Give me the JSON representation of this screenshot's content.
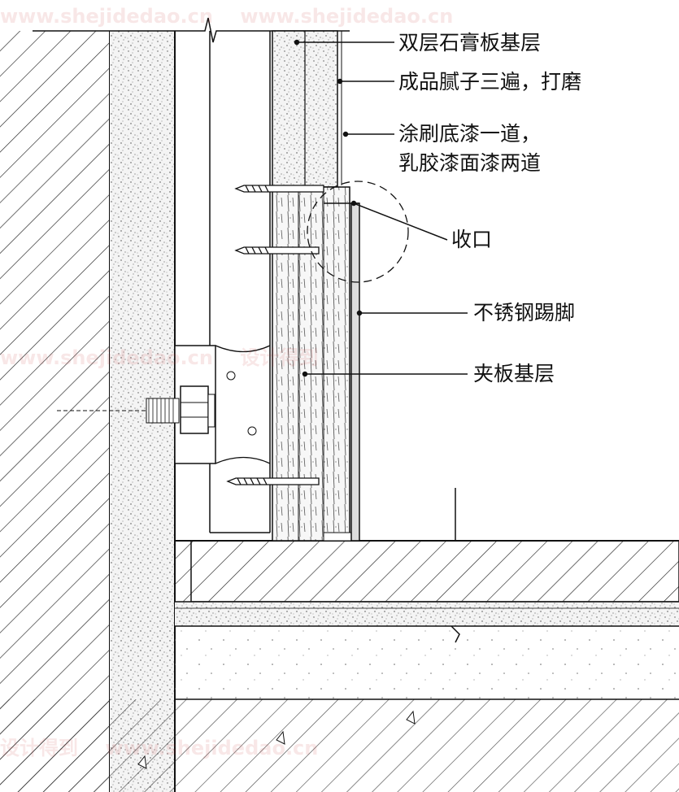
{
  "labels": {
    "gypsum": "双层石膏板基层",
    "putty": "成品腻子三遍，打磨",
    "paint_line1": "涂刷底漆一道，",
    "paint_line2": "乳胶漆面漆两道",
    "closure": "收口",
    "skirting": "不锈钢踢脚",
    "plywood": "夹板基层"
  },
  "watermark": {
    "url": "www.shejidedao.cn",
    "brand": "设计得到"
  }
}
